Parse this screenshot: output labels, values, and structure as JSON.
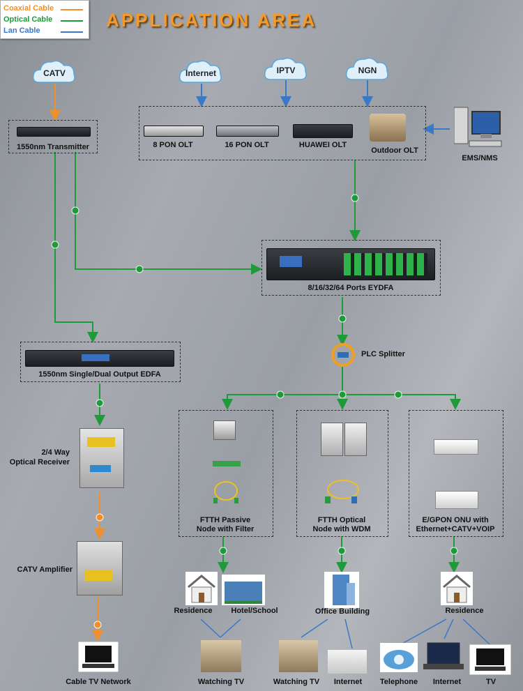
{
  "legend": {
    "coaxial": "Coaxial Cable",
    "optical": "Optical Cable",
    "lan": "Lan Cable"
  },
  "colors": {
    "coaxial": "#f0902a",
    "optical": "#1f9a3a",
    "lan": "#3a78c8"
  },
  "title": "APPLICATION AREA",
  "clouds": {
    "catv": "CATV",
    "internet": "Internet",
    "iptv": "IPTV",
    "ngn": "NGN"
  },
  "devices": {
    "transmitter": "1550nm Transmitter",
    "olt8": "8 PON OLT",
    "olt16": "16 PON OLT",
    "huawei": "HUAWEI OLT",
    "outdoor": "Outdoor OLT",
    "ems": "EMS/NMS",
    "eydfa": "8/16/32/64  Ports  EYDFA",
    "splitter": "PLC Splitter",
    "edfa": "1550nm Single/Dual Output EDFA",
    "receiver_l1": "2/4 Way",
    "receiver_l2": "Optical Receiver",
    "amplifier": "CATV Amplifier",
    "cable_tv": "Cable TV Network",
    "passive_l1": "FTTH Passive",
    "passive_l2": "Node with Filter",
    "optical_l1": "FTTH Optical",
    "optical_l2": "Node with WDM",
    "onu_l1": "E/GPON ONU with",
    "onu_l2": "Ethernet+CATV+VOIP"
  },
  "endpoints": {
    "residence1": "Residence",
    "hotel": "Hotel/School",
    "office": "Office Building",
    "residence2": "Residence",
    "watch1": "Watching TV",
    "watch2": "Watching TV",
    "internet1": "Internet",
    "telephone": "Telephone",
    "internet2": "Internet",
    "tv": "TV"
  }
}
